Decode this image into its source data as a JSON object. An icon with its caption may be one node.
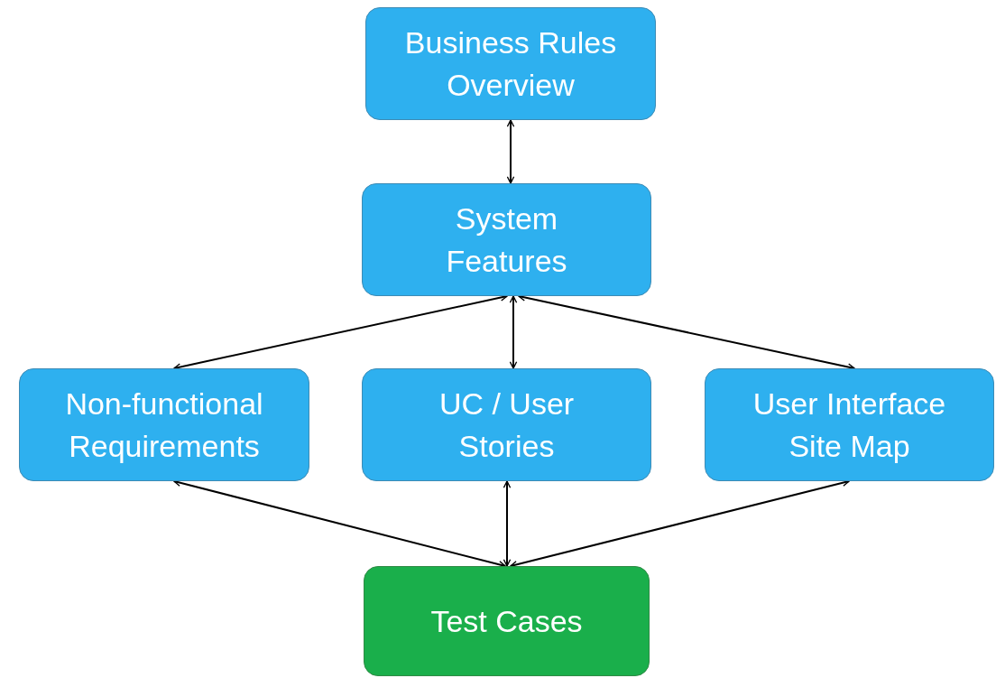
{
  "diagram": {
    "nodes": [
      {
        "text": [
          "Business Rules Overview"
        ]
      },
      {
        "text": [
          "System Features"
        ]
      },
      {
        "text": [
          "Non-functional Requirements"
        ]
      },
      {
        "text": [
          "UC / User Stories"
        ]
      },
      {
        "text": [
          "User Interface Site Map"
        ]
      },
      {
        "text": [
          "Test Cases"
        ]
      }
    ],
    "edges": [
      {
        "from": 0,
        "to": 1,
        "arrow": "both"
      },
      {
        "from": 1,
        "to": 2,
        "arrow": "both"
      },
      {
        "from": 1,
        "to": 3,
        "arrow": "both"
      },
      {
        "from": 1,
        "to": 4,
        "arrow": "both"
      },
      {
        "from": 2,
        "to": 5,
        "arrow": "both"
      },
      {
        "from": 3,
        "to": 5,
        "arrow": "both"
      },
      {
        "from": 4,
        "to": 5,
        "arrow": "both"
      }
    ]
  }
}
